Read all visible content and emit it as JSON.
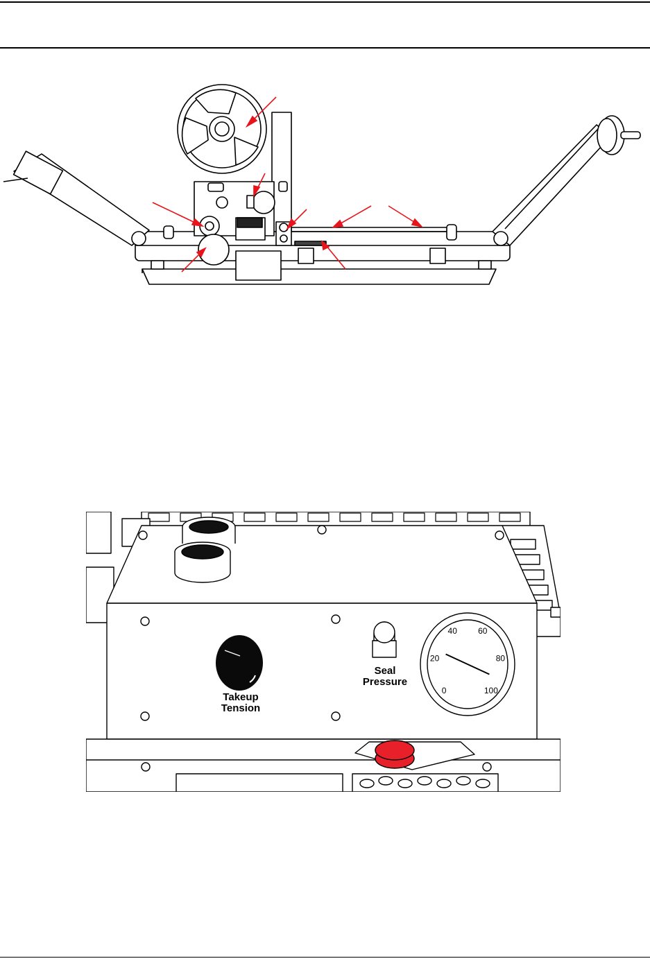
{
  "figure_machine": {
    "arrow_color": "#e8141c"
  },
  "figure_panel": {
    "takeup_label_line1": "Takeup",
    "takeup_label_line2": "Tension",
    "seal_label_line1": "Seal",
    "seal_label_line2": "Pressure",
    "gauge_ticks": [
      "0",
      "20",
      "40",
      "60",
      "80",
      "100"
    ],
    "gauge_needle_value": 25,
    "button_color": "#e8202a"
  }
}
